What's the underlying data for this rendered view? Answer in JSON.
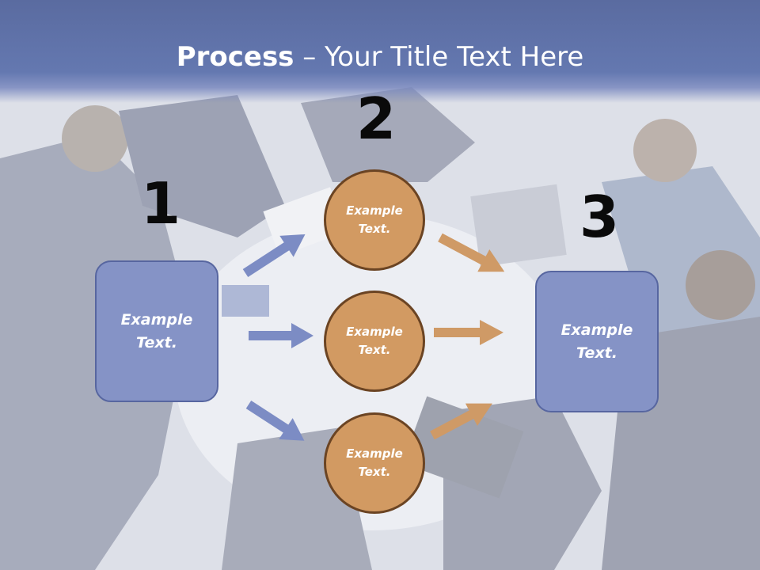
{
  "title": {
    "bold": "Process",
    "rest": " – Your Title Text Here"
  },
  "steps": {
    "n1": "1",
    "n2": "2",
    "n3": "3"
  },
  "left_box": {
    "line1": "Example",
    "line2": "Text."
  },
  "right_box": {
    "line1": "Example",
    "line2": "Text."
  },
  "circles": [
    {
      "line1": "Example",
      "line2": "Text."
    },
    {
      "line1": "Example",
      "line2": "Text."
    },
    {
      "line1": "Example",
      "line2": "Text."
    }
  ],
  "colors": {
    "title_bar": "#6478b0",
    "box_fill": "#8593c6",
    "circle_fill": "#d29a62",
    "blue_arrow": "#7c8cc4",
    "orange_arrow": "#cf9a66"
  }
}
